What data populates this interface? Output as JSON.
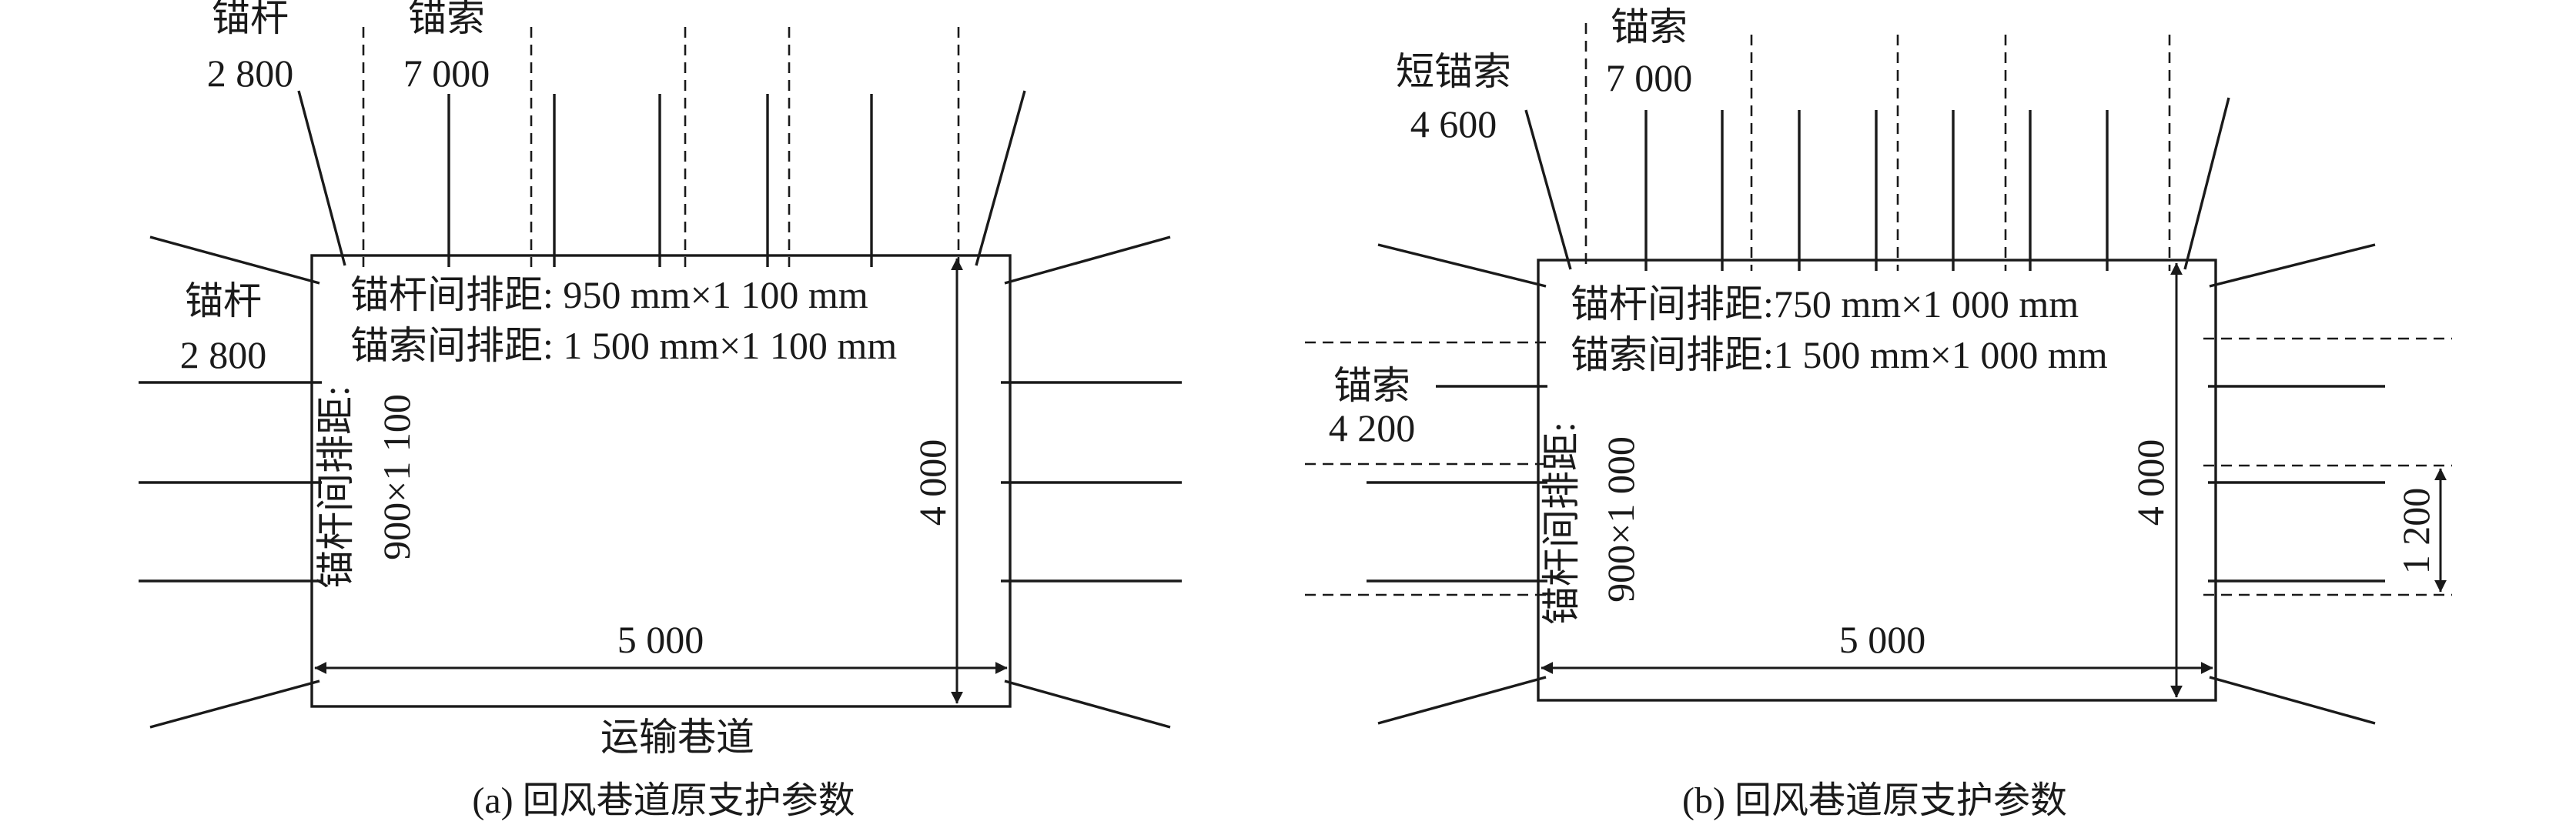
{
  "panel_a": {
    "roof_bolt_label": "锚杆",
    "roof_bolt_length": "2 800",
    "roof_cable_label": "锚索",
    "roof_cable_length": "7 000",
    "bolt_spacing_text": "锚杆间排距: 950 mm×1 100 mm",
    "cable_spacing_text": "锚索间排距: 1 500 mm×1 100 mm",
    "side_bolt_label": "锚杆",
    "side_bolt_length": "2 800",
    "side_spacing_title": "锚杆间排距:",
    "side_spacing_value": "900×1 100",
    "height": "4 000",
    "width": "5 000",
    "bottom_note": "运输巷道",
    "caption": "(a) 回风巷道原支护参数"
  },
  "panel_b": {
    "short_cable_label": "短锚索",
    "short_cable_length": "4 600",
    "roof_cable_label": "锚索",
    "roof_cable_length": "7 000",
    "bolt_spacing_text": "锚杆间排距:750 mm×1 000 mm",
    "cable_spacing_text": "锚索间排距:1 500 mm×1 000 mm",
    "side_cable_label": "锚索",
    "side_cable_length": "4 200",
    "side_spacing_title": "锚杆间排距:",
    "side_spacing_value": "900×1 000",
    "height": "4 000",
    "width": "5 000",
    "side_cable_spacing": "1 200",
    "caption": "(b) 回风巷道原支护参数"
  },
  "colors": {
    "ink": "#1a1a1a",
    "background": "#ffffff"
  }
}
